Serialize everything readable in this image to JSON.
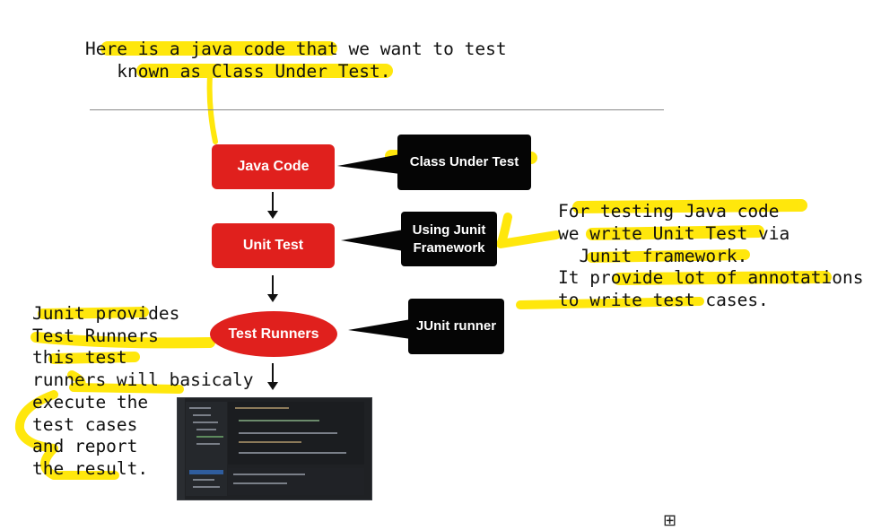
{
  "top_note": {
    "line1": "Here is a java code that we want to test",
    "line2": "   known as Class Under Test."
  },
  "flow": {
    "java_code": "Java Code",
    "unit_test": "Unit Test",
    "test_runners": "Test Runners",
    "class_under_test": "Class Under Test",
    "using_junit_1": "Using Junit",
    "using_junit_2": "Framework",
    "junit_runner": "JUnit runner"
  },
  "right_note": {
    "line1": "For testing Java code",
    "line2": "we write Unit Test via",
    "line3": "  Junit framework.",
    "line4": "It provide lot of annotations",
    "line5": "to write test cases."
  },
  "left_note": {
    "line1": "Junit provides",
    "line2": "Test Runners",
    "line3": "this test",
    "line4": "runners will basicaly",
    "line5": "execute the",
    "line6": "test cases",
    "line7": "and report",
    "line8": "the result."
  },
  "colors": {
    "highlight": "#ffe600",
    "box_red": "#e0201d",
    "box_black": "#050505"
  },
  "icons": {
    "move": "move-icon"
  }
}
